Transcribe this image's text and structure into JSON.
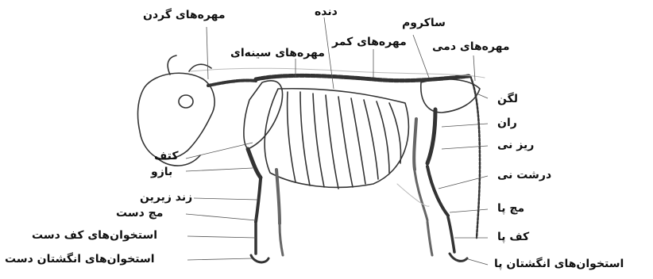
{
  "diagram": {
    "labels": {
      "neck_vertebrae": "مهره‌های گردن",
      "rib": "دنده",
      "sacrum": "ساکروم",
      "thoracic_vertebrae": "مهره‌های سینه‌ای",
      "lumbar_vertebrae": "مهره‌های کمر",
      "tail_vertebrae": "مهره‌های دمی",
      "pelvis": "لگن",
      "femur": "ران",
      "fibula": "ریز نی",
      "tibia": "درشت نی",
      "tarsus": "مچ پا",
      "metatarsus": "کف پا",
      "hind_phalanges": "استخوان‌های انگشتان پا",
      "scapula": "کتف",
      "humerus": "بازو",
      "radius_ulna": "زند زیرین",
      "carpus": "مچ دست",
      "metacarpus": "استخوان‌های کف دست",
      "fore_phalanges": "استخوان‌های انگشتان دست"
    }
  }
}
